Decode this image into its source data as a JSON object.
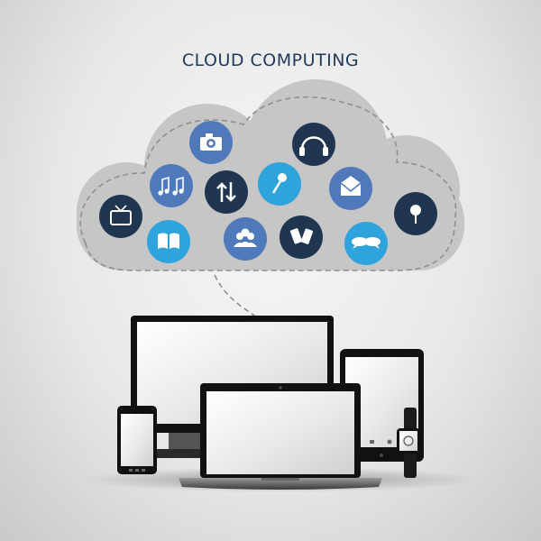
{
  "title": "CLOUD COMPUTING",
  "colors": {
    "dark_navy": "#1f3550",
    "mid_blue": "#4f79bb",
    "sky_blue": "#2ea3dc",
    "cloud_fill": "#c6c6c6",
    "background": "#e8e8e8"
  },
  "cloud_icons": [
    {
      "name": "camera-icon",
      "color": "mid_blue"
    },
    {
      "name": "headphones-icon",
      "color": "dark_navy"
    },
    {
      "name": "music-notes-icon",
      "color": "mid_blue"
    },
    {
      "name": "transfer-arrows-icon",
      "color": "dark_navy"
    },
    {
      "name": "microphone-icon",
      "color": "sky_blue"
    },
    {
      "name": "mail-icon",
      "color": "mid_blue"
    },
    {
      "name": "tv-icon",
      "color": "dark_navy"
    },
    {
      "name": "location-pin-icon",
      "color": "dark_navy"
    },
    {
      "name": "book-icon",
      "color": "sky_blue"
    },
    {
      "name": "users-icon",
      "color": "mid_blue"
    },
    {
      "name": "mobile-phones-icon",
      "color": "dark_navy"
    },
    {
      "name": "chat-bubbles-icon",
      "color": "sky_blue"
    }
  ],
  "devices": [
    "desktop-monitor",
    "laptop",
    "tablet",
    "smartphone",
    "smartwatch"
  ]
}
